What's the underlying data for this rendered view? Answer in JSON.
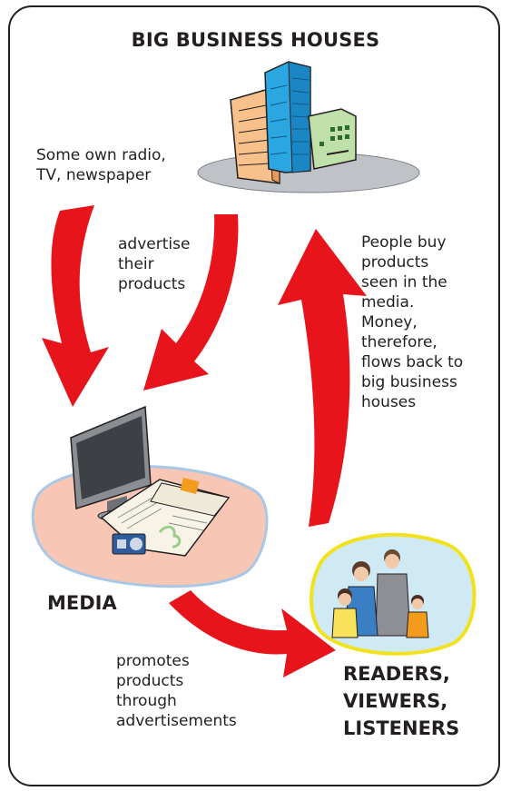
{
  "title": "BIG BUSINESS HOUSES",
  "notes": {
    "own_media": "Some own radio,\nTV, newspaper",
    "advertise": "advertise\ntheir\nproducts",
    "money_flow": "People buy\nproducts\nseen in the\nmedia.\nMoney,\ntherefore,\nflows back to\nbig business\nhouses",
    "promotes": "promotes\nproducts\nthrough\nadvertisements"
  },
  "captions": {
    "media": "MEDIA",
    "audience": "READERS,\nVIEWERS,\nLISTENERS"
  },
  "colors": {
    "arrow": "#e8141b",
    "frame": "#231f20"
  },
  "icons": [
    "buildings-icon",
    "media-icon",
    "family-icon"
  ]
}
